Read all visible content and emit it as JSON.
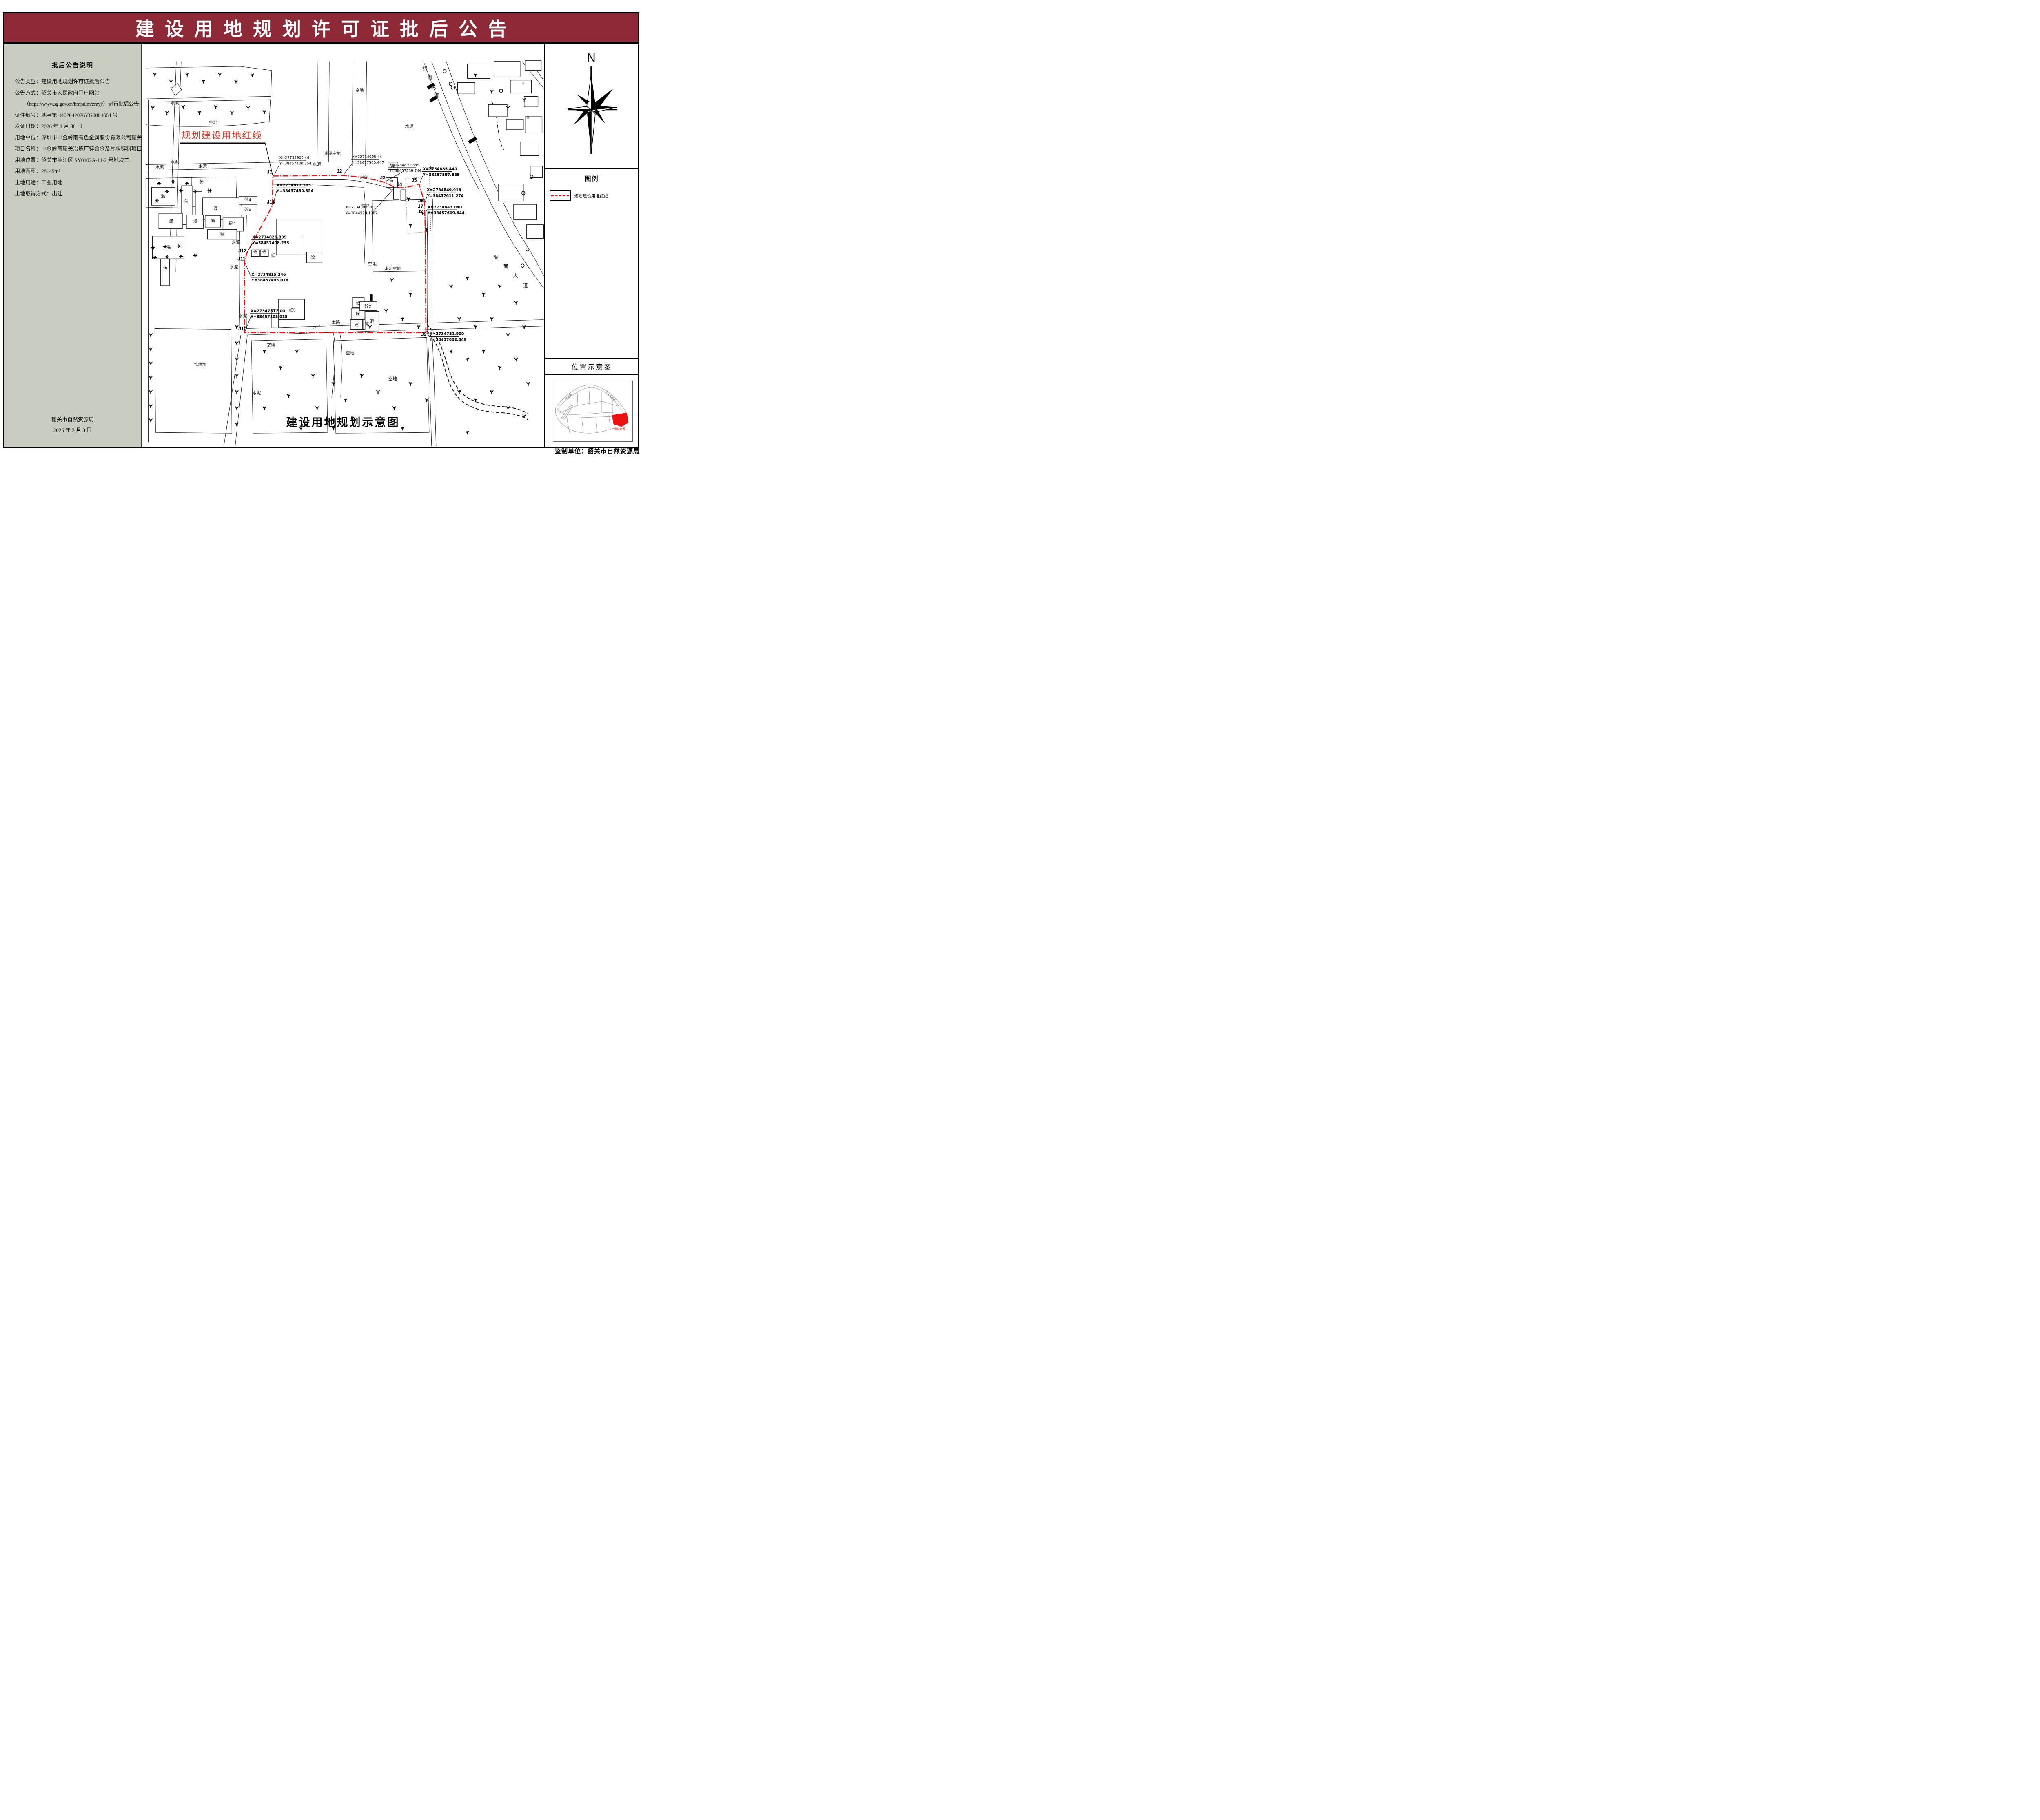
{
  "header": {
    "title": "建设用地规划许可证批后公告",
    "bg_color": "#8e2a38",
    "text_color": "#ffffff"
  },
  "left_panel": {
    "bg_color": "#c9ccc0",
    "title": "批后公告说明",
    "lines": [
      "公告类型：建设用地规划许可证批后公告",
      "公告方式：韶关市人民政府门户网站",
      "（https://www.sg.gov.cn/bmpdlm/zrzyj/）进行批后公告",
      "证件编号：地字第 4402042026YG0004664 号",
      "发证日期：2026 年 1 月 30 日",
      "用地单位：深圳市中金岭南有色金属股份有限公司韶关冶炼厂",
      "项目名称：中金岭南韶关冶炼厂锌合金及片状锌粉项目",
      "用地位置：韶关市浈江区 SY0102A-11-2 号地块二",
      "用地面积：28145m²",
      "土地用途：工业用地",
      "土地取得方式：出让"
    ],
    "footer_org": "韶关市自然资源局",
    "footer_date": "2026 年 2 月 3 日"
  },
  "map": {
    "caption": "建设用地规划示意图",
    "red_line_label": "规划建设用地红线",
    "red_line_color": "#ee1111",
    "roads": [
      {
        "name": "韶南大道"
      },
      {
        "name": "韶南大道"
      }
    ],
    "points": [
      {
        "id": "J1",
        "x_label": "X=22734905.44",
        "y_label": "Y=38457430.354"
      },
      {
        "id": "J2",
        "x_label": "X=22734905.44",
        "y_label": "Y=38457500.447"
      },
      {
        "id": "J3",
        "x_label": "X=2734897.359",
        "y_label": "Y=38457539.744"
      },
      {
        "id": "J4",
        "x_label": "X=2734893.763",
        "y_label": "Y=3844578.1367"
      },
      {
        "id": "J5",
        "x_label": "X=2734885.440",
        "y_label": "Y=38457597.865"
      },
      {
        "id": "J6",
        "x_label": "X=2734849.918",
        "y_label": "Y=38457611.274"
      },
      {
        "id": "J7",
        "x_label": "",
        "y_label": ""
      },
      {
        "id": "J8",
        "x_label": "X=2734843.040",
        "y_label": "Y=38457609.644"
      },
      {
        "id": "J9",
        "x_label": "X=2734751.900",
        "y_label": "Y=38457602.349"
      },
      {
        "id": "J10",
        "x_label": "X=2734751.900",
        "y_label": "Y=38457405.018"
      },
      {
        "id": "J11",
        "x_label": "X=2734815.246",
        "y_label": "Y=38457405.018"
      },
      {
        "id": "J12",
        "x_label": "X=2734826.839",
        "y_label": "Y=38457408.233"
      },
      {
        "id": "J13",
        "x_label": "X=2734877.385",
        "y_label": "Y=38457430.354"
      }
    ],
    "surface_labels": [
      {
        "text": "空地"
      },
      {
        "text": "空地"
      },
      {
        "text": "水泥空地"
      },
      {
        "text": "空地"
      },
      {
        "text": "空地"
      },
      {
        "text": "空地"
      },
      {
        "text": "空地"
      },
      {
        "text": "空地"
      },
      {
        "text": "堆煤场"
      },
      {
        "text": "水泥"
      },
      {
        "text": "水泥"
      },
      {
        "text": "水泥"
      },
      {
        "text": "水泥"
      },
      {
        "text": "水泥"
      },
      {
        "text": "水泥"
      },
      {
        "text": "水泥"
      },
      {
        "text": "水泥空地"
      },
      {
        "text": "水泥"
      },
      {
        "text": "水泥"
      },
      {
        "text": "水泥"
      },
      {
        "text": "水泥"
      },
      {
        "text": "土路"
      },
      {
        "text": "沥"
      },
      {
        "text": "铁"
      },
      {
        "text": "混"
      },
      {
        "text": "混"
      },
      {
        "text": "混"
      },
      {
        "text": "砼4"
      },
      {
        "text": "砼5"
      },
      {
        "text": "混"
      },
      {
        "text": "混"
      },
      {
        "text": "简"
      },
      {
        "text": "砼4"
      },
      {
        "text": "简"
      },
      {
        "text": "混"
      },
      {
        "text": "砼"
      },
      {
        "text": "砼"
      },
      {
        "text": "砼"
      },
      {
        "text": "砼"
      },
      {
        "text": "砼5"
      },
      {
        "text": "砼"
      },
      {
        "text": "砼"
      },
      {
        "text": "砼"
      },
      {
        "text": "简"
      },
      {
        "text": "砼2"
      },
      {
        "text": "混"
      },
      {
        "text": "混"
      },
      {
        "text": "混"
      },
      {
        "text": "II"
      },
      {
        "text": "II"
      },
      {
        "text": "II"
      }
    ]
  },
  "right_panel": {
    "compass_label": "N",
    "legend_title": "图例",
    "legend_items": [
      {
        "label": "规划建设用地红线",
        "color": "#ee1111"
      }
    ],
    "location_title": "位置示意图",
    "location_plot_label": "地块位置",
    "location_road_labels": [
      "滨江路",
      "浈江大道南"
    ]
  },
  "footer": {
    "supervisor": "监制单位：韶关市自然资源局"
  }
}
